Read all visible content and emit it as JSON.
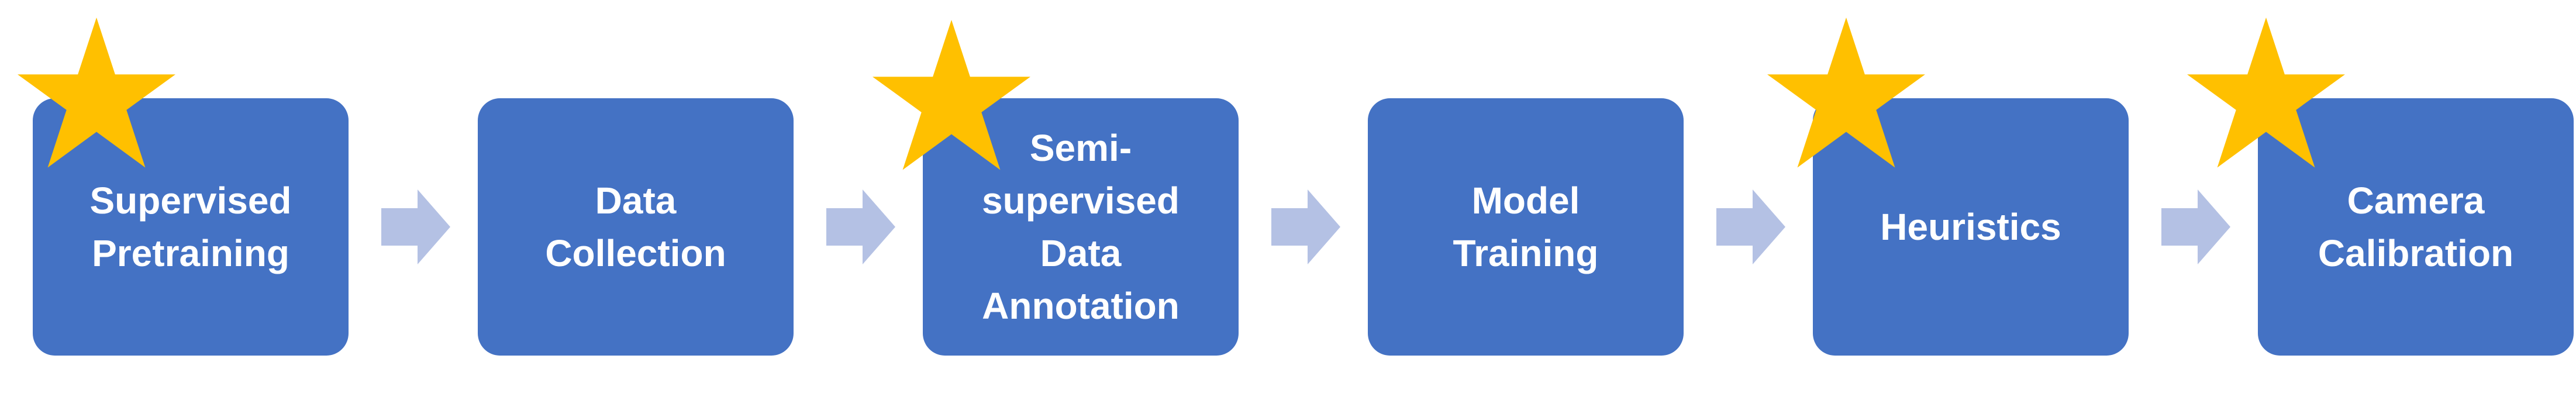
{
  "colors": {
    "box_fill": "#4472c4",
    "box_text": "#ffffff",
    "arrow_fill": "#b4c1e4",
    "star_fill": "#ffc000",
    "background": "#ffffff"
  },
  "steps": [
    {
      "label": "Supervised\nPretraining",
      "starred": true
    },
    {
      "label": "Data\nCollection",
      "starred": false
    },
    {
      "label": "Semi-\nsupervised\nData\nAnnotation",
      "starred": true
    },
    {
      "label": "Model\nTraining",
      "starred": false
    },
    {
      "label": "Heuristics",
      "starred": true
    },
    {
      "label": "Camera\nCalibration",
      "starred": true
    }
  ],
  "icons": {
    "arrow": "right-arrow-icon",
    "star": "star-icon"
  }
}
